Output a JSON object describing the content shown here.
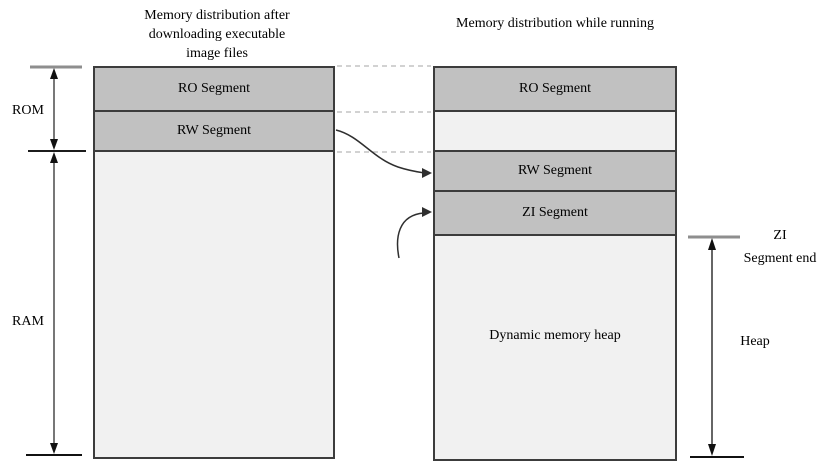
{
  "left_diagram": {
    "title": "Memory distribution after downloading executable image files",
    "rom_label": "ROM",
    "ram_label": "RAM",
    "segments": [
      {
        "label": "RO Segment"
      },
      {
        "label": "RW Segment"
      }
    ]
  },
  "right_diagram": {
    "title": "Memory distribution while running",
    "segments": [
      {
        "label": "RO Segment"
      },
      {
        "label": "RW Segment"
      },
      {
        "label": "ZI Segment"
      },
      {
        "label": "Dynamic memory heap"
      }
    ]
  },
  "annotations": {
    "zi_end_line1": "ZI",
    "zi_end_line2": "Segment end",
    "heap_label": "Heap"
  },
  "colors": {
    "segment_fill": "#c1c1c1",
    "memory_fill": "#f1f1f1",
    "border": "#3c3c3c",
    "dashed_guide": "#c4c4c4",
    "gray_tick": "#8e8e8e",
    "black_tick": "#111111"
  }
}
